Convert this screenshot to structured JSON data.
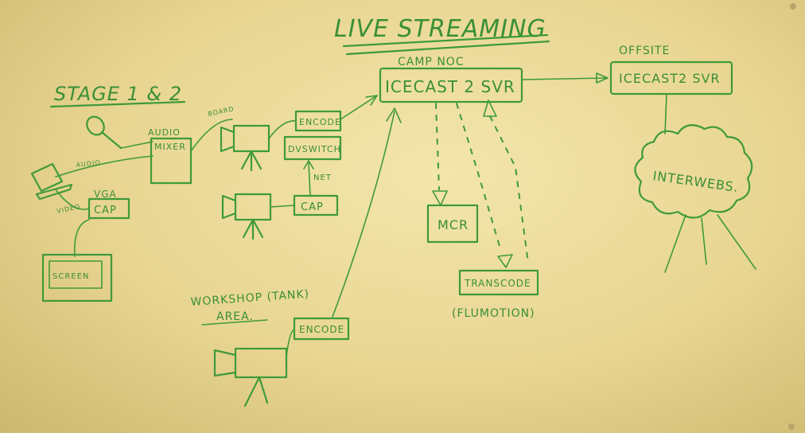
{
  "title": "LIVE STREAMING",
  "stage_label": "STAGE 1 & 2",
  "camp_noc_label": "CAMP NOC",
  "icecast_server_label": "ICECAST 2 SVR",
  "offsite_label": "OFFSITE",
  "offsite_server_label": "ICECAST2 SVR",
  "internet_cloud_label": "INTERWEBS.",
  "mcr_label": "MCR",
  "transcode_label": "TRANSCODE",
  "flumotion_label": "(FLUMOTION)",
  "audio_mixer_label_1": "AUDIO",
  "audio_mixer_label_2": "MIXER",
  "board_label": "BOARD",
  "audio_label": "AUDIO",
  "video_label": "VIDEO",
  "vga_label": "VGA",
  "cap_label_stage": "CAP",
  "screen_label": "SCREEN",
  "encode_label_top": "ENCODE",
  "dvswitch_label": "DVSWITCH",
  "net_label": "NET",
  "cap_label_camera": "CAP",
  "workshop_label_1": "WORKSHOP (TANK)",
  "workshop_label_2": "AREA.",
  "encode_label_workshop": "ENCODE"
}
